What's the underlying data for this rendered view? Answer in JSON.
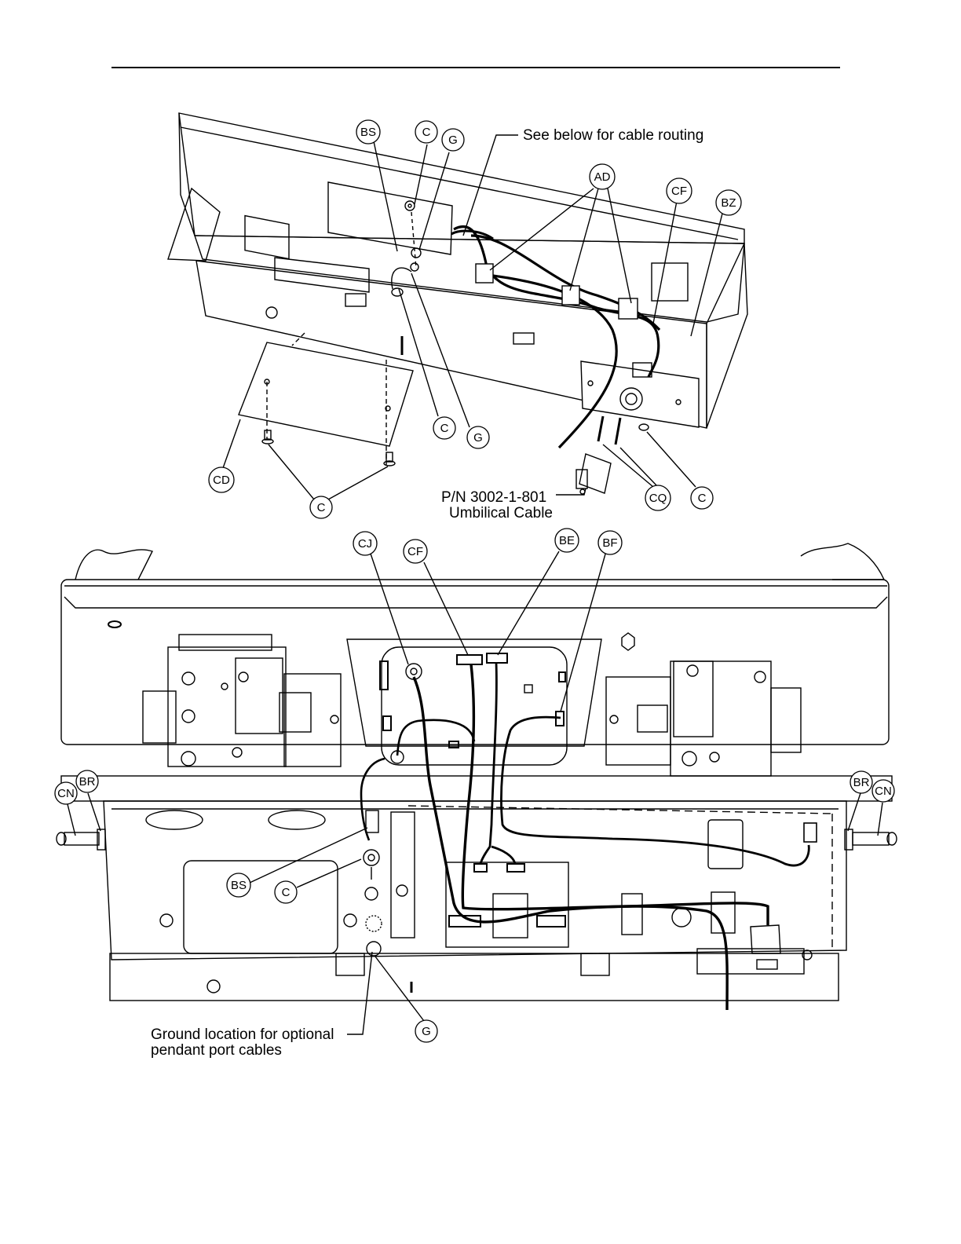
{
  "top_view": {
    "callouts": [
      {
        "id": "bs-top",
        "label": "BS"
      },
      {
        "id": "c-top-1",
        "label": "C"
      },
      {
        "id": "g-top-1",
        "label": "G"
      },
      {
        "id": "ad-top",
        "label": "AD"
      },
      {
        "id": "cf-top",
        "label": "CF"
      },
      {
        "id": "bz-top",
        "label": "BZ"
      },
      {
        "id": "c-top-2",
        "label": "C"
      },
      {
        "id": "g-top-2",
        "label": "G"
      },
      {
        "id": "cd-top",
        "label": "CD"
      },
      {
        "id": "c-top-3",
        "label": "C"
      },
      {
        "id": "cq-top",
        "label": "CQ"
      },
      {
        "id": "c-top-4",
        "label": "C"
      }
    ],
    "note_routing": "See below for cable routing",
    "note_part_number": "P/N 3002-1-801",
    "note_cable": "Umbilical Cable"
  },
  "bottom_view": {
    "callouts": [
      {
        "id": "cj-bot",
        "label": "CJ"
      },
      {
        "id": "cf-bot",
        "label": "CF"
      },
      {
        "id": "be-bot",
        "label": "BE"
      },
      {
        "id": "bf-bot",
        "label": "BF"
      },
      {
        "id": "cn-left",
        "label": "CN"
      },
      {
        "id": "br-left",
        "label": "BR"
      },
      {
        "id": "br-right",
        "label": "BR"
      },
      {
        "id": "cn-right",
        "label": "CN"
      },
      {
        "id": "bs-bot",
        "label": "BS"
      },
      {
        "id": "c-bot",
        "label": "C"
      },
      {
        "id": "g-bot",
        "label": "G"
      }
    ],
    "note_ground_line1": "Ground location for optional",
    "note_ground_line2": "pendant port cables"
  }
}
